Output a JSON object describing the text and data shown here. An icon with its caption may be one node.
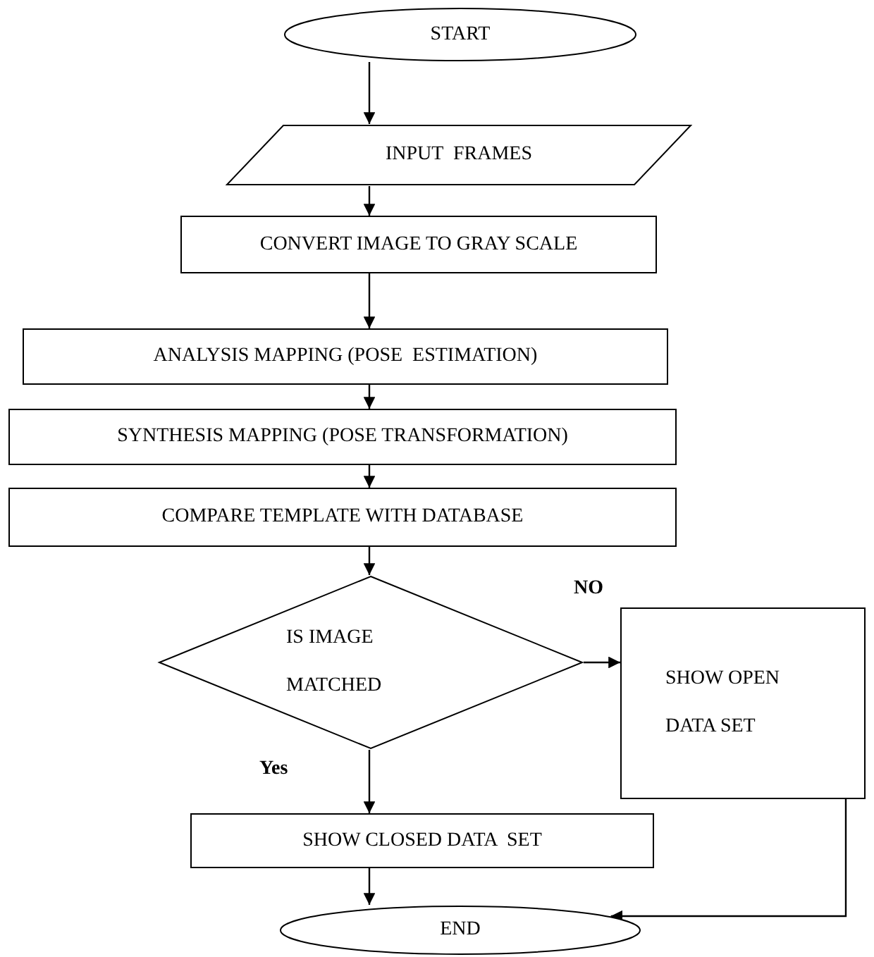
{
  "diagram": {
    "nodes": [
      {
        "text": [
          "START"
        ]
      },
      {
        "text": [
          "INPUT  FRAMES"
        ]
      },
      {
        "text": [
          "CONVERT IMAGE TO GRAY SCALE"
        ]
      },
      {
        "text": [
          "ANALYSIS MAPPING (POSE  ESTIMATION)"
        ]
      },
      {
        "text": [
          "SYNTHESIS MAPPING (POSE TRANSFORMATION)"
        ]
      },
      {
        "text": [
          "COMPARE TEMPLATE WITH DATABASE"
        ]
      },
      {
        "text": [
          "IS IMAGE MATCHED"
        ]
      },
      {
        "text": [
          "SHOW OPEN DATA SET"
        ]
      },
      {
        "text": [
          "SHOW CLOSED DATA  SET"
        ]
      },
      {
        "text": [
          "END"
        ]
      }
    ],
    "edges": [
      {
        "from": 0,
        "to": 1,
        "arrow": "to"
      },
      {
        "from": 1,
        "to": 2,
        "arrow": "to"
      },
      {
        "from": 2,
        "to": 3,
        "arrow": "to"
      },
      {
        "from": 3,
        "to": 4,
        "arrow": "to"
      },
      {
        "from": 4,
        "to": 5,
        "arrow": "to"
      },
      {
        "from": 5,
        "to": 6,
        "arrow": "to"
      },
      {
        "from": 6,
        "to": 7,
        "arrow": "to",
        "label": "NO"
      },
      {
        "from": 6,
        "to": 8,
        "arrow": "to",
        "label": "Yes"
      },
      {
        "from": 8,
        "to": 9,
        "arrow": "to"
      },
      {
        "from": 7,
        "to": 9,
        "arrow": "to"
      }
    ]
  }
}
